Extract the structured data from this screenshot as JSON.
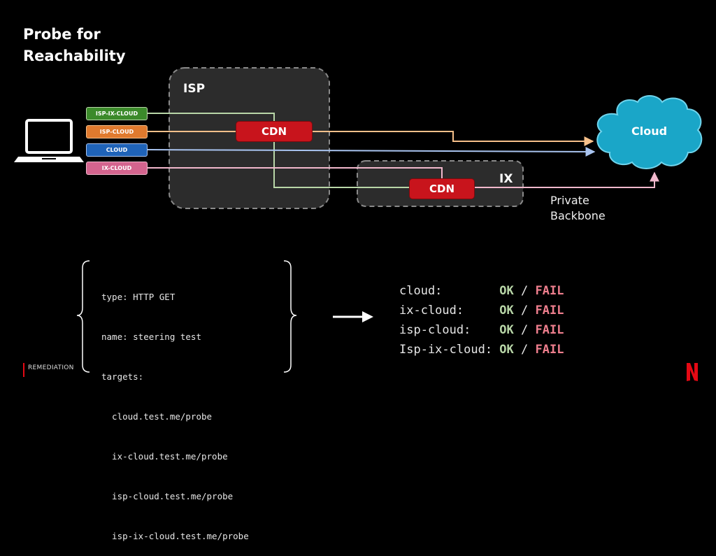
{
  "slide": {
    "title_line1": "Probe for",
    "title_line2": "Reachability",
    "footer": "REMEDIATION",
    "logo": "N"
  },
  "diagram": {
    "isp_label": "ISP",
    "ix_label": "IX",
    "cdn_isp": "CDN",
    "cdn_ix": "CDN",
    "cloud_label": "Cloud",
    "backbone_label_1": "Private",
    "backbone_label_2": "Backbone",
    "targets": [
      {
        "label": "ISP-IX-CLOUD",
        "color": "#3b8a2a",
        "line_color": "#b9d7a8"
      },
      {
        "label": "ISP-CLOUD",
        "color": "#e07a2e",
        "line_color": "#f6c08a"
      },
      {
        "label": "CLOUD",
        "color": "#1f63b8",
        "line_color": "#a9c4f0"
      },
      {
        "label": "IX-CLOUD",
        "color": "#d4648e",
        "line_color": "#f1b8cc"
      }
    ],
    "icons": [
      "laptop-icon",
      "cloud-icon",
      "arrow-icon"
    ]
  },
  "probe_config": {
    "lines": [
      "type: HTTP GET",
      "name: steering test",
      "targets:",
      "  cloud.test.me/probe",
      "  ix-cloud.test.me/probe",
      "  isp-cloud.test.me/probe",
      "  isp-ix-cloud.test.me/probe"
    ]
  },
  "results": [
    {
      "name": "cloud:        ",
      "ok": "OK",
      "sep": " / ",
      "fail": "FAIL"
    },
    {
      "name": "ix-cloud:     ",
      "ok": "OK",
      "sep": " / ",
      "fail": "FAIL"
    },
    {
      "name": "isp-cloud:    ",
      "ok": "OK",
      "sep": " / ",
      "fail": "FAIL"
    },
    {
      "name": "Isp-ix-cloud: ",
      "ok": "OK",
      "sep": " / ",
      "fail": "FAIL"
    }
  ],
  "colors": {
    "netflix_red": "#e50914",
    "cdn_red": "#c8141c",
    "cloud_blue": "#1aa6c8",
    "box_gray": "#2c2c2c"
  }
}
